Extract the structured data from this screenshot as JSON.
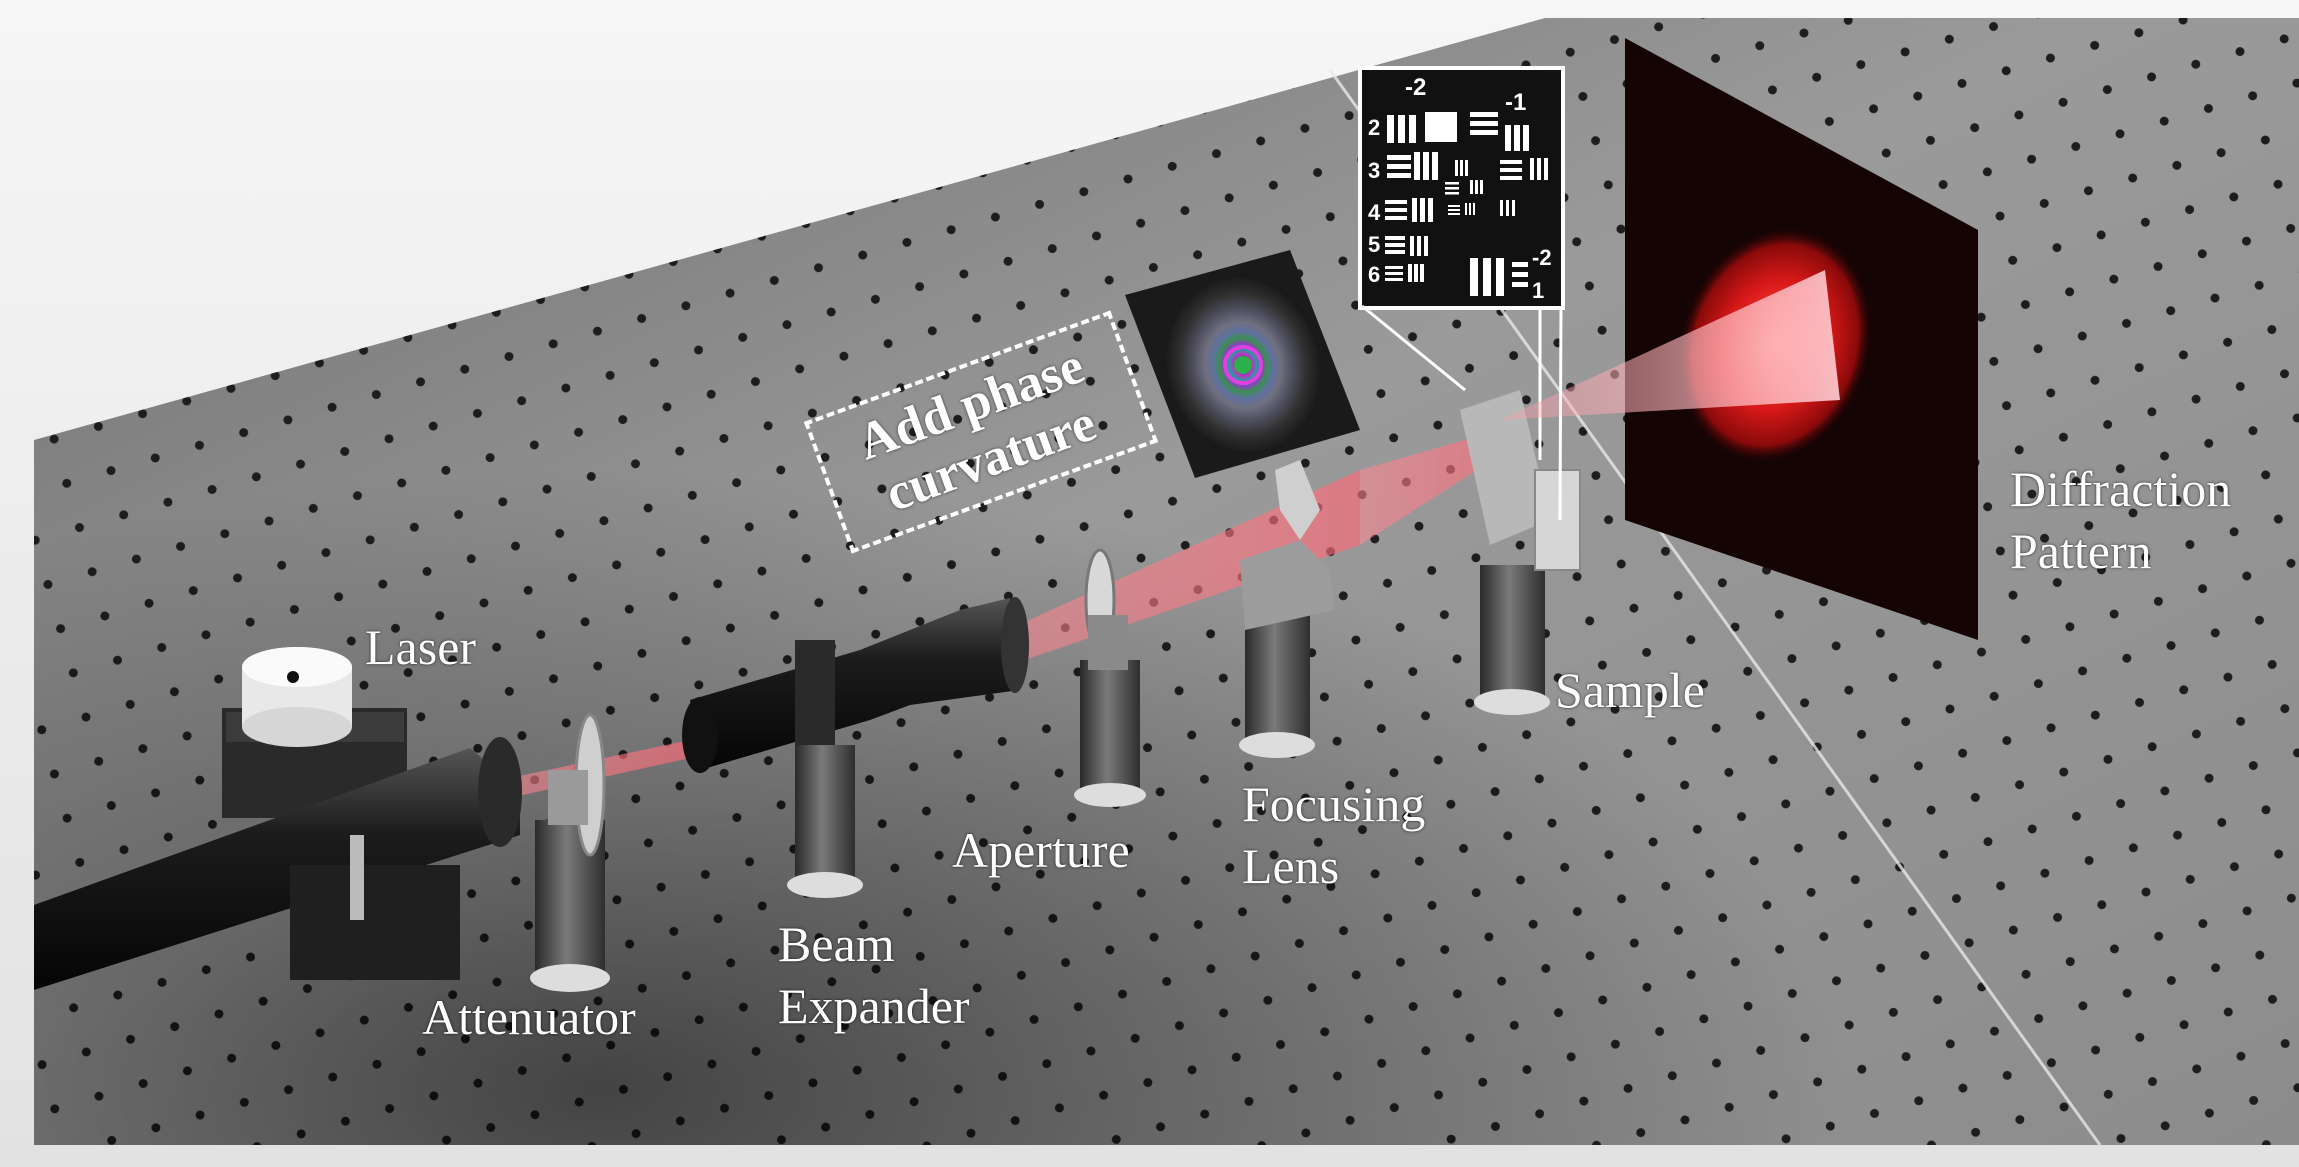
{
  "labels": {
    "laser": "Laser",
    "attenuator": "Attenuator",
    "beam_expander": [
      "Beam",
      "Expander"
    ],
    "aperture": "Aperture",
    "focusing_lens": [
      "Focusing",
      "Lens"
    ],
    "sample": "Sample",
    "diffraction_pattern": [
      "Diffraction",
      "Pattern"
    ],
    "phase_curvature": [
      "Add phase",
      "curvature"
    ]
  },
  "target_numbers": {
    "top_left": "-2",
    "top_right": "-1",
    "left_column": [
      "2",
      "3",
      "4",
      "5",
      "6"
    ],
    "bottom_right_top": "-2",
    "bottom_right_bottom": "1"
  },
  "colors": {
    "beam": "#e8505a",
    "table": "#8a8a8a",
    "screen": "#150404",
    "pattern": "#d81818",
    "label_text": "#ffffff"
  }
}
